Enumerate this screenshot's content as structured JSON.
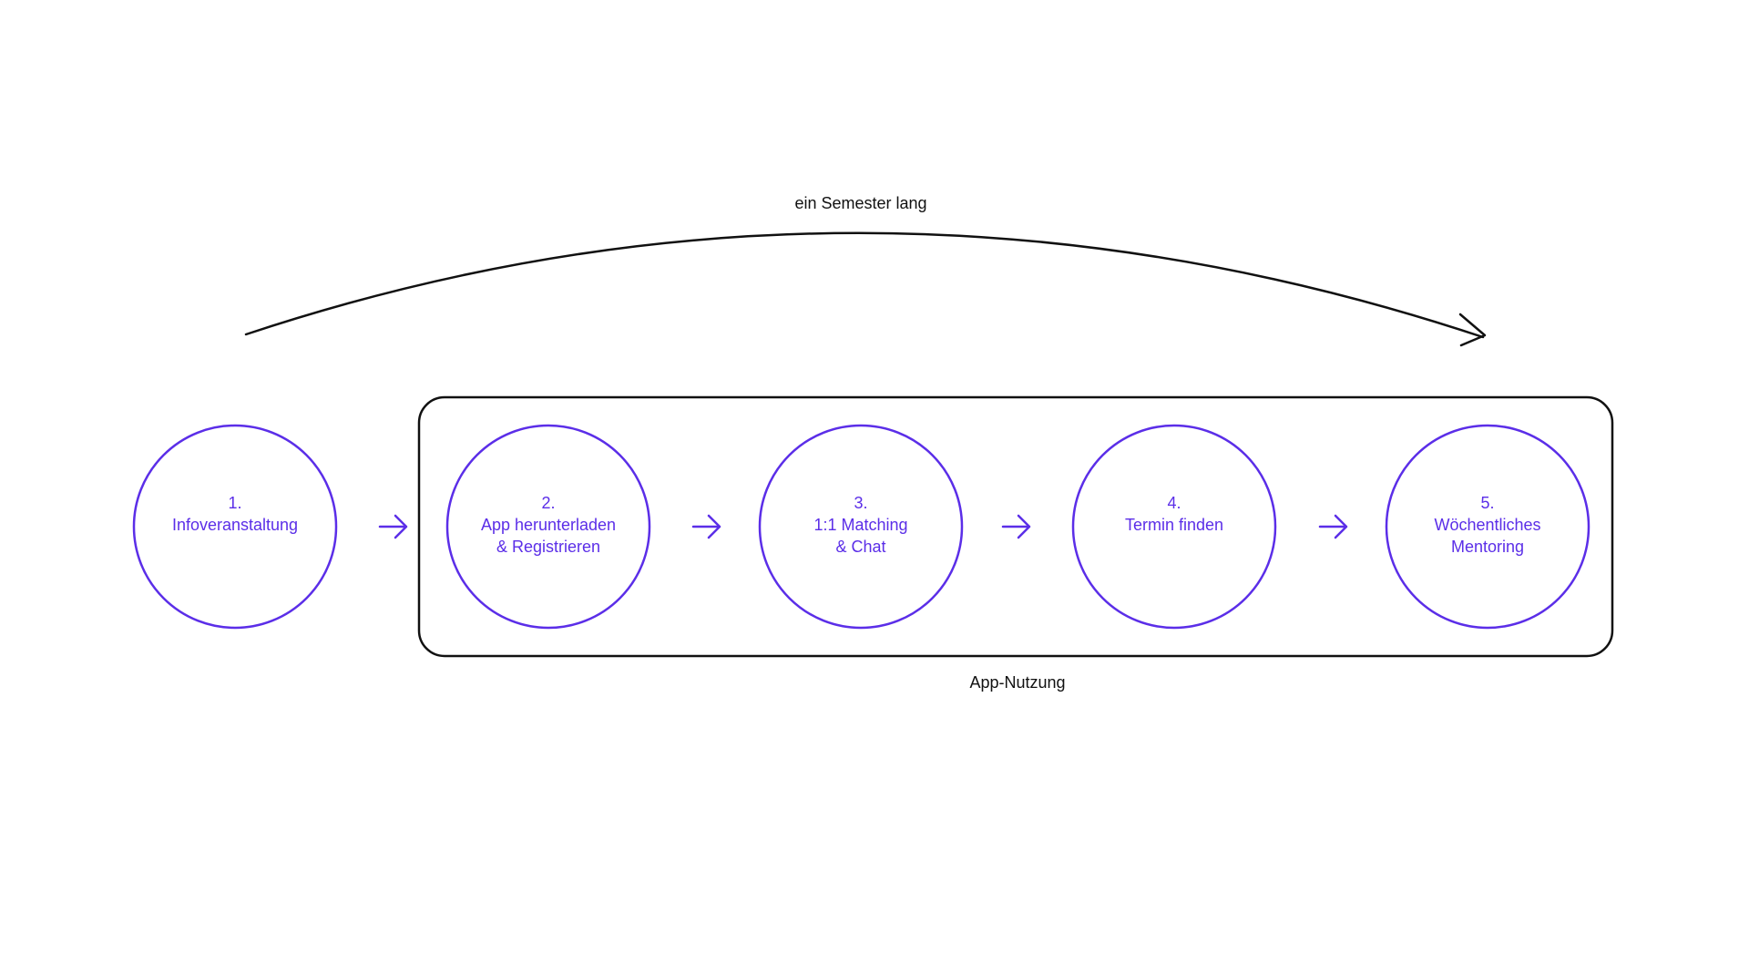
{
  "duration_label": "ein Semester lang",
  "group_label": "App-Nutzung",
  "accent_color": "#5b2ee8",
  "line_color": "#111111",
  "steps": [
    {
      "number": "1.",
      "lines": [
        "Infoveranstaltung"
      ]
    },
    {
      "number": "2.",
      "lines": [
        "App herunterladen",
        "& Registrieren"
      ]
    },
    {
      "number": "3.",
      "lines": [
        "1:1 Matching",
        "& Chat"
      ]
    },
    {
      "number": "4.",
      "lines": [
        "Termin finden"
      ]
    },
    {
      "number": "5.",
      "lines": [
        "Wöchentliches",
        "Mentoring"
      ]
    }
  ]
}
